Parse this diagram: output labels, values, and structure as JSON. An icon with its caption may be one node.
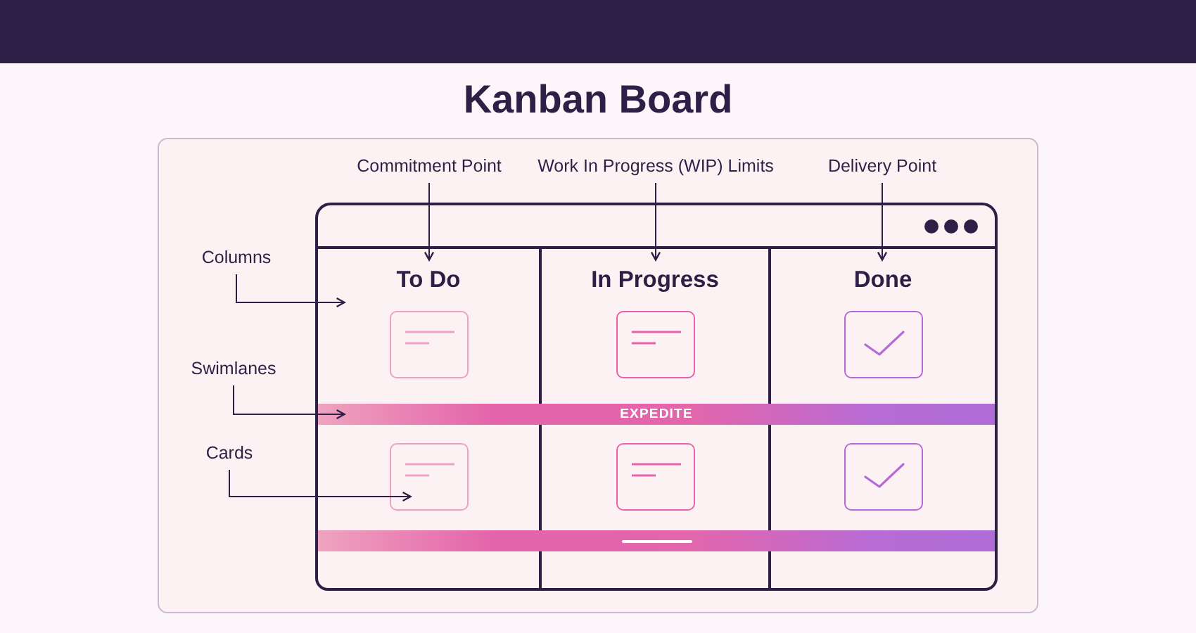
{
  "diagram": {
    "title": "Kanban Board",
    "nodes": [
      {
        "text": [],
        "shape": "box"
      },
      {
        "text": [
          "Commitment Point"
        ],
        "in": 0
      },
      {
        "text": [
          "Work In Progress (WIP) Limits"
        ],
        "in": 0
      },
      {
        "text": [
          "Delivery Point"
        ],
        "in": 0
      },
      {
        "text": [],
        "shape": "box",
        "in": 0
      },
      {
        "text": [
          "To Do"
        ],
        "in": 4
      },
      {
        "text": [
          "In Progress"
        ],
        "in": 4
      },
      {
        "text": [
          "Done"
        ],
        "in": 4
      },
      {
        "text": [
          "Columns"
        ],
        "in": 0
      },
      {
        "text": [],
        "shape": "box",
        "in": 5
      },
      {
        "text": [],
        "shape": "box",
        "in": 6
      },
      {
        "text": [],
        "shape": "box",
        "in": 7
      },
      {
        "text": [
          "Swimlanes"
        ],
        "in": 0
      },
      {
        "text": [
          "EXPEDITE"
        ],
        "in": 4
      },
      {
        "text": [
          "Cards"
        ],
        "in": 0
      },
      {
        "text": [],
        "shape": "box",
        "in": 5
      },
      {
        "text": [],
        "shape": "box",
        "in": 6
      },
      {
        "text": [],
        "shape": "box",
        "in": 7
      },
      {
        "text": [],
        "shape": "bar",
        "in": 4
      }
    ],
    "edges": [
      {
        "from": 1,
        "to": 5,
        "arrow": "to"
      },
      {
        "from": 2,
        "to": 6,
        "arrow": "to"
      },
      {
        "from": 3,
        "to": 7,
        "arrow": "to"
      },
      {
        "from": 8,
        "to": 5,
        "arrow": "to"
      },
      {
        "from": 12,
        "to": 13,
        "arrow": "to"
      },
      {
        "from": 14,
        "to": 15,
        "arrow": "to"
      }
    ]
  }
}
